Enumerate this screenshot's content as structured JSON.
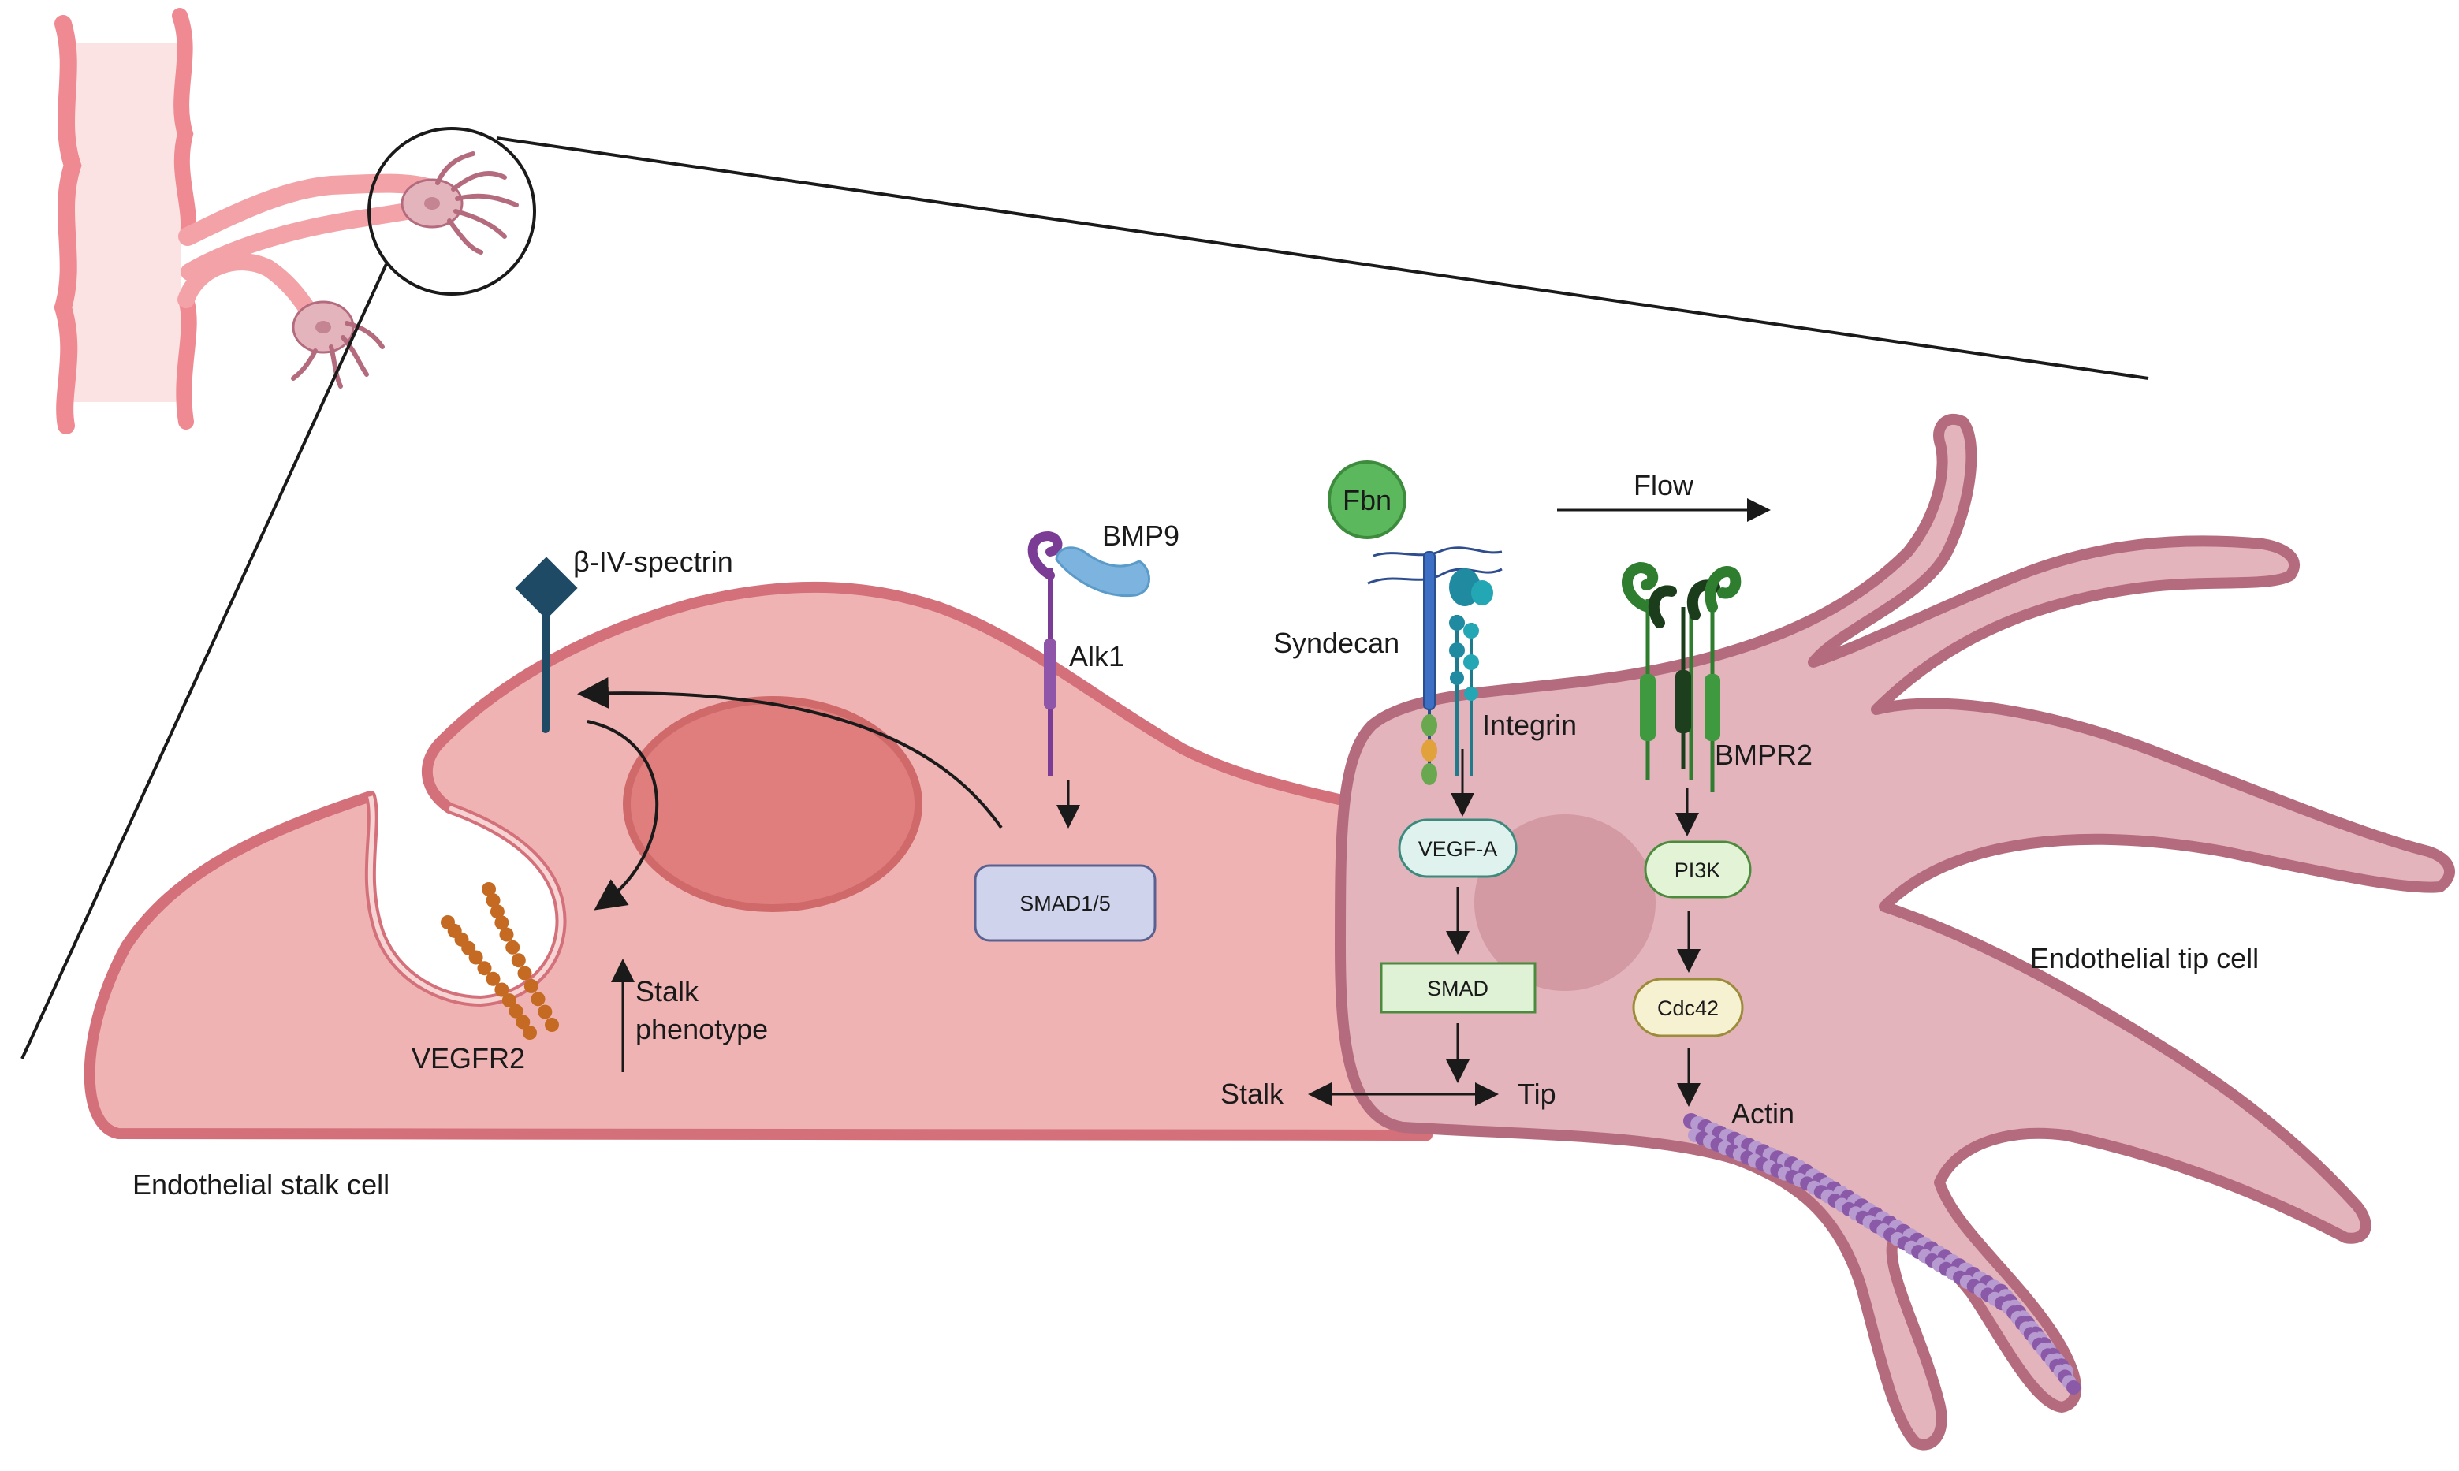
{
  "labels": {
    "beta_iv_spectrin": "β-IV-spectrin",
    "bmp9": "BMP9",
    "alk1": "Alk1",
    "fbn": "Fbn",
    "flow": "Flow",
    "syndecan": "Syndecan",
    "integrin": "Integrin",
    "bmpr2": "BMPR2",
    "vegfr2": "VEGFR2",
    "stalk_phenotype_line1": "Stalk",
    "stalk_phenotype_line2": "phenotype",
    "smad15": "SMAD1/5",
    "vegfa": "VEGF-A",
    "smad": "SMAD",
    "pi3k": "PI3K",
    "cdc42": "Cdc42",
    "actin": "Actin",
    "stalk": "Stalk",
    "tip": "Tip",
    "endothelial_stalk_cell": "Endothelial stalk cell",
    "endothelial_tip_cell": "Endothelial tip cell"
  },
  "colors": {
    "stalk_cell_fill": "#efb3b3",
    "stalk_cell_border": "#d4707a",
    "tip_cell_fill": "#e3b4bc",
    "tip_cell_border": "#b56b7e",
    "nucleus_stalk": "#e07e7e",
    "nucleus_tip": "#d49aa3",
    "smad15_box": "#cfd4ec",
    "vegfa_box": "#dff2ee",
    "smad_box": "#dff2d6",
    "pi3k_box": "#e2f4d5",
    "cdc42_box": "#f6f1d0",
    "fbn": "#5cb85c",
    "actin": "#8a5aa8",
    "vegfr2": "#c46a22",
    "spectrin": "#1e4a66"
  }
}
